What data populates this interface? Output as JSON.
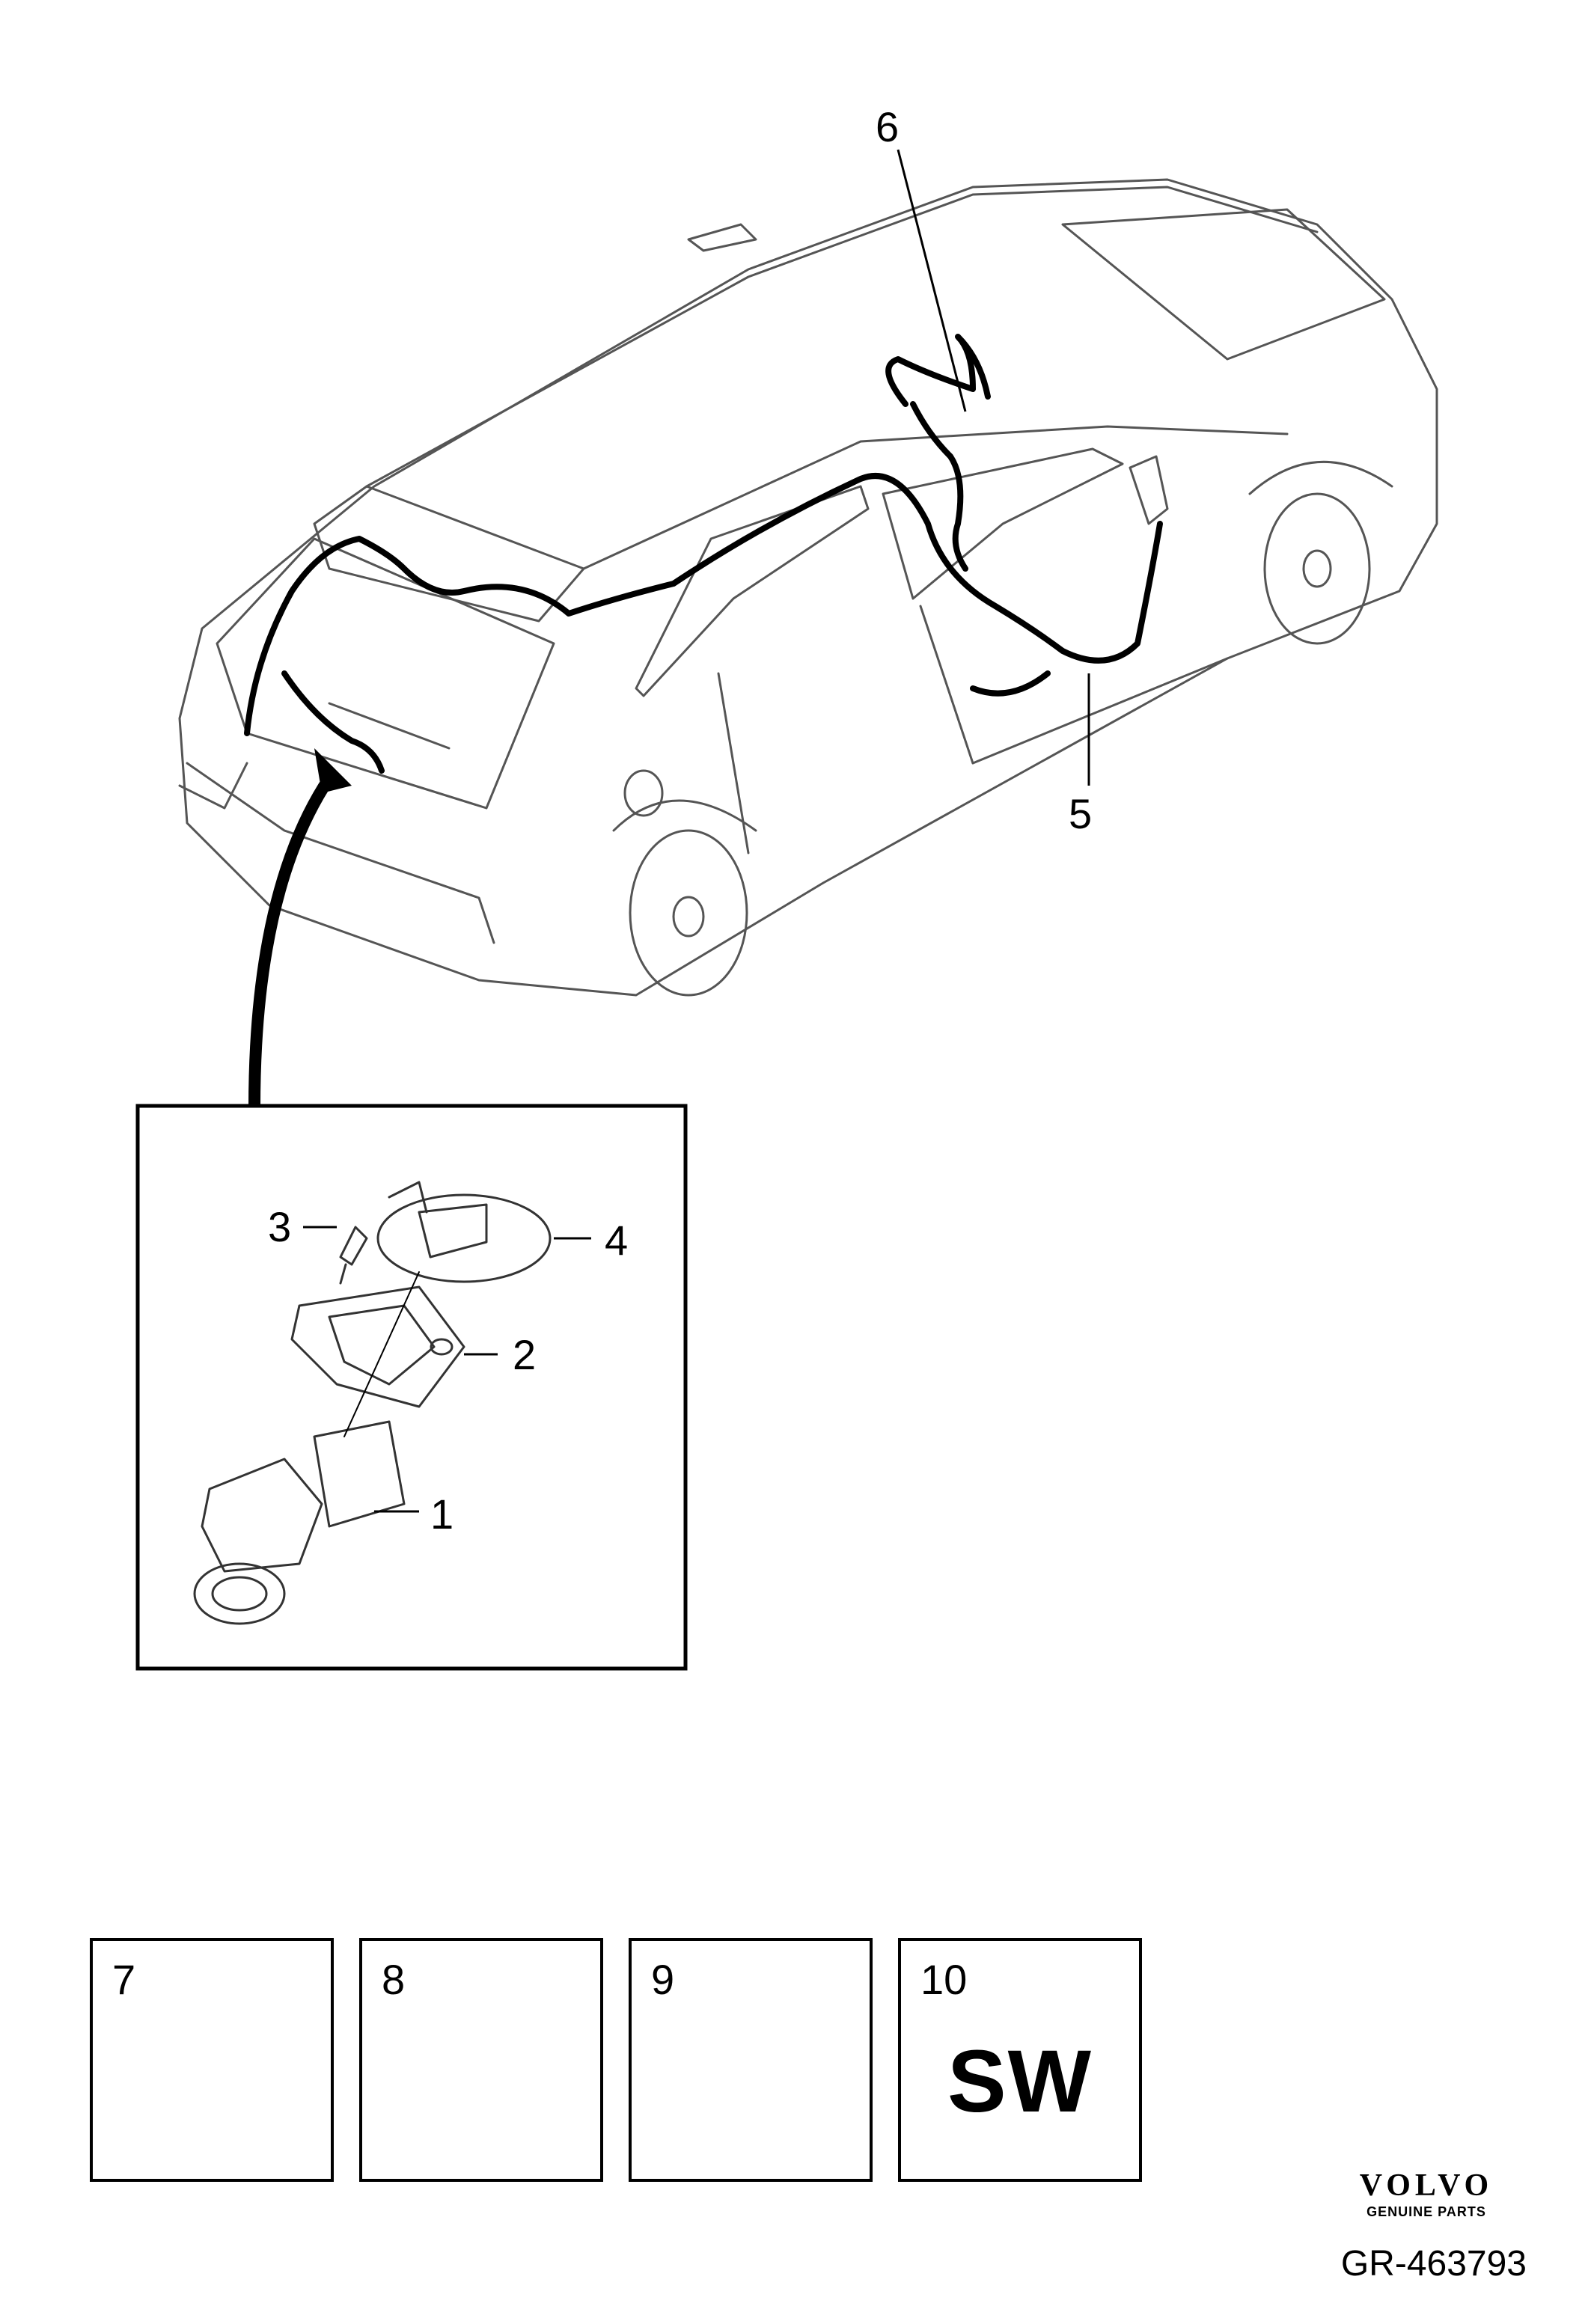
{
  "callouts": {
    "c1": "1",
    "c2": "2",
    "c3": "3",
    "c4": "4",
    "c5": "5",
    "c6": "6"
  },
  "parts_boxes": [
    {
      "number": "7",
      "icon": "fuse-icon"
    },
    {
      "number": "8",
      "icon": "cable-tie-icon"
    },
    {
      "number": "9",
      "icon": "cable-tie-clip-icon"
    },
    {
      "number": "10",
      "icon": "software-icon",
      "text": "SW"
    }
  ],
  "brand": {
    "name": "VOLVO",
    "subtitle": "GENUINE PARTS"
  },
  "reference": "GR-463793"
}
